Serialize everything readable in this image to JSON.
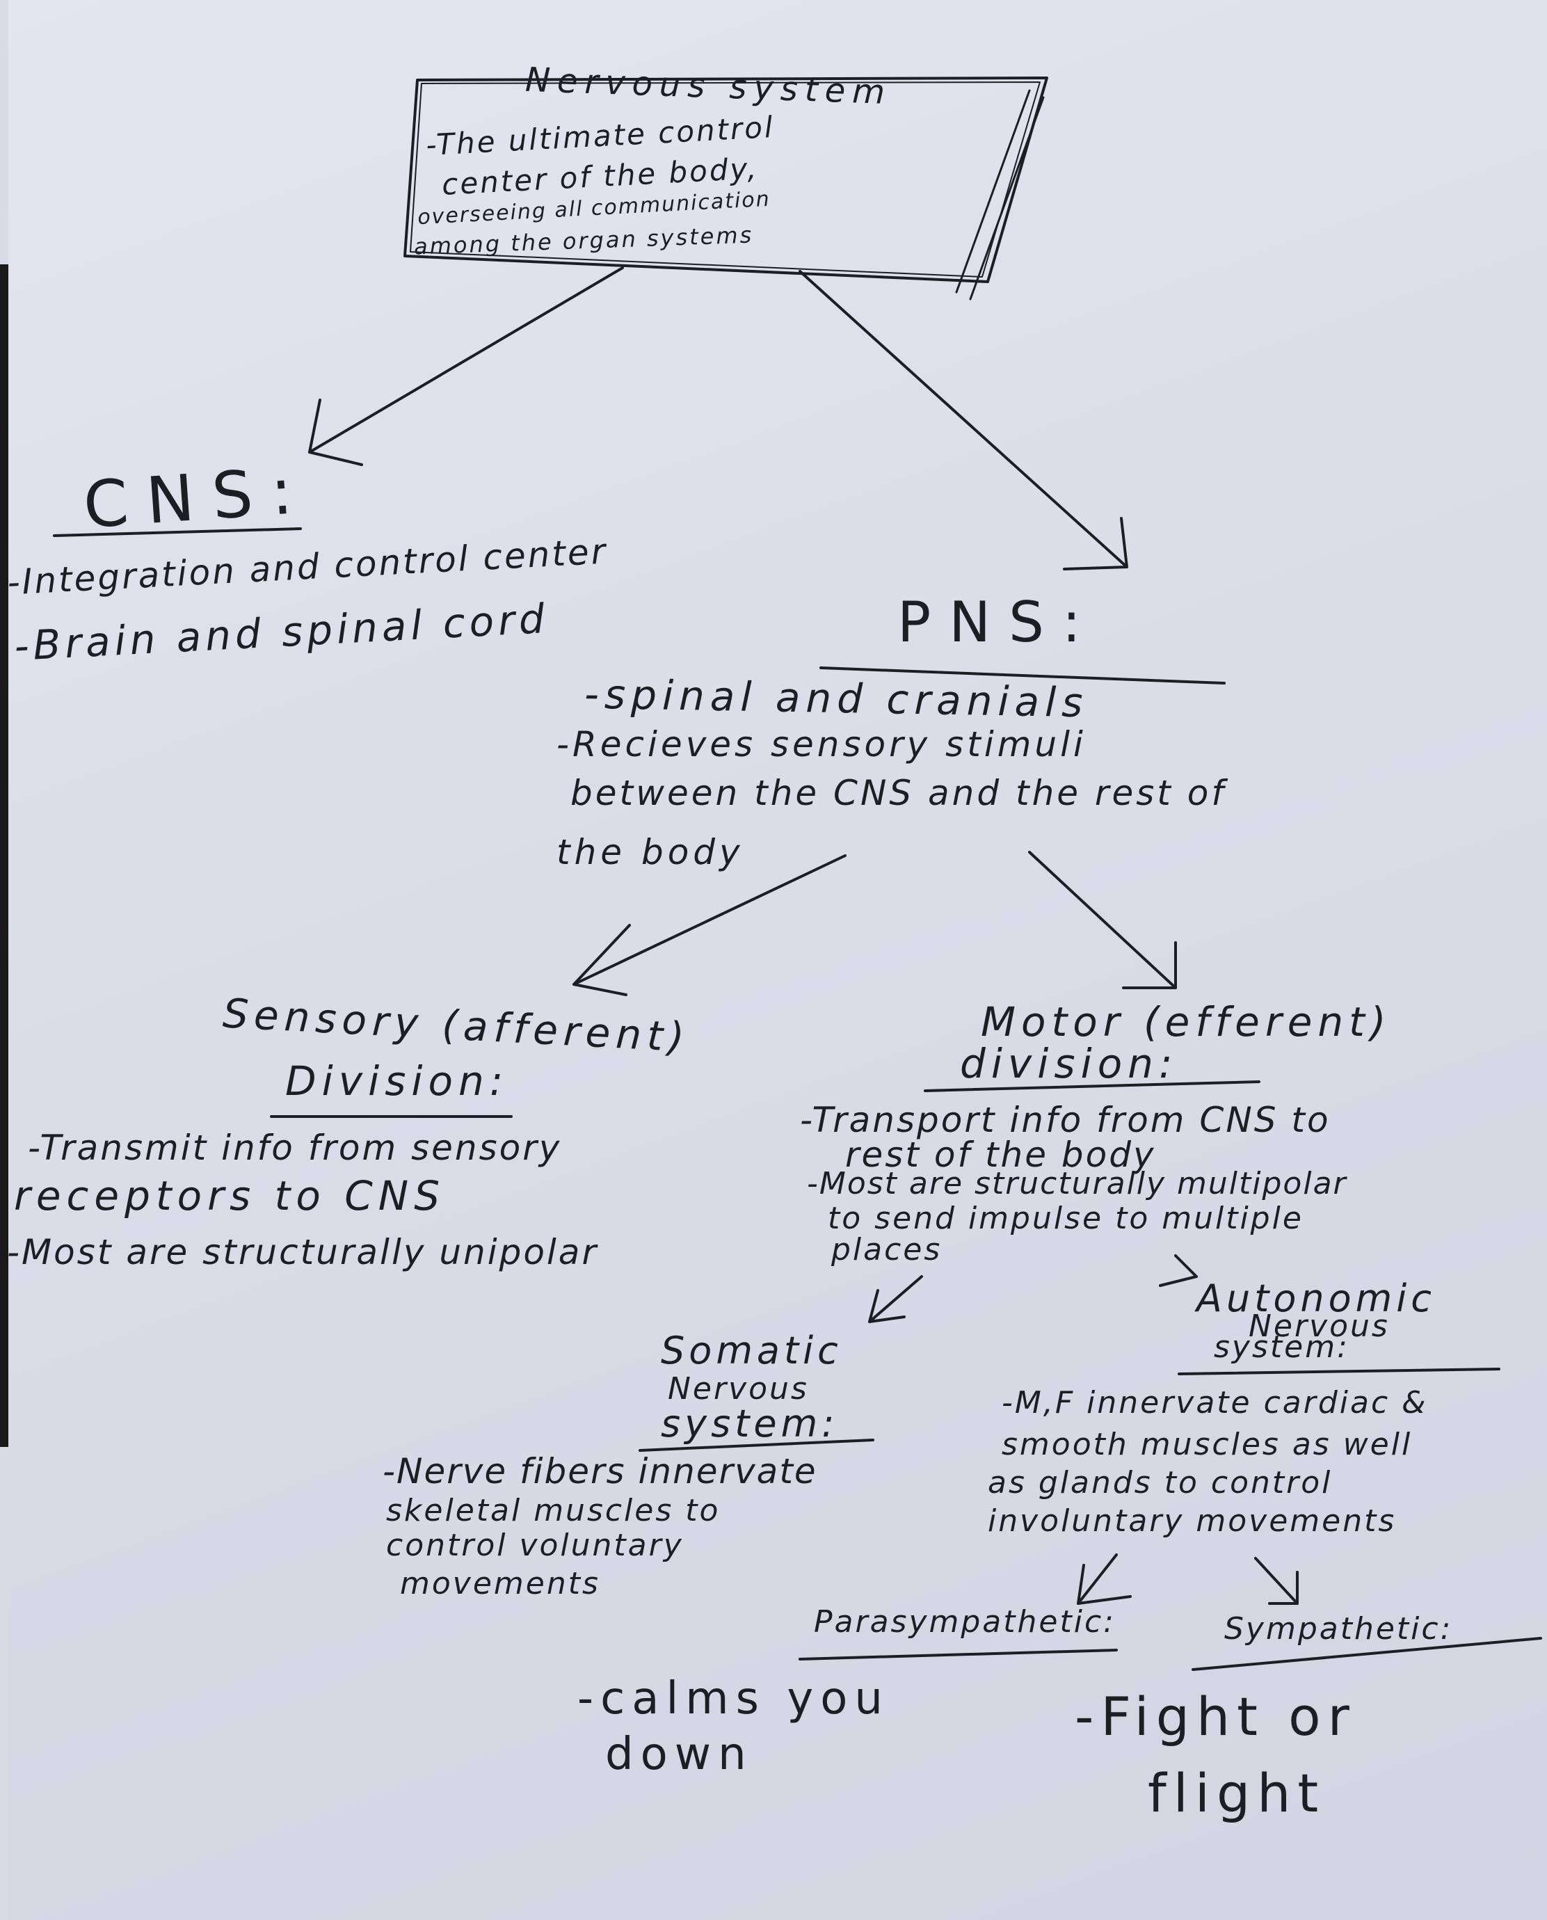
{
  "root": {
    "title": "Nervous system",
    "description": [
      "-The ultimate control",
      "center of the body,",
      "overseeing all communication",
      "among the organ systems"
    ]
  },
  "cns": {
    "heading": "CNS:",
    "items": [
      "-Integration and control center",
      "-Brain and spinal cord"
    ]
  },
  "pns": {
    "heading": "PNS:",
    "items": [
      "-spinal and cranials",
      "-Recieves sensory stimuli",
      "between the CNS and the rest of",
      "the body"
    ]
  },
  "sensory": {
    "heading": "Sensory (afferent)",
    "heading2": "Division:",
    "items": [
      "-Transmit info from sensory",
      "receptors to CNS",
      "-Most are structurally unipolar"
    ]
  },
  "motor": {
    "heading": "Motor (efferent)",
    "heading2": "division:",
    "items": [
      "-Transport info from CNS to",
      "rest of the body",
      "-Most are structurally multipolar",
      "to send impulse to multiple",
      "places"
    ]
  },
  "somatic": {
    "heading": "Somatic",
    "heading2": "Nervous",
    "heading3": "system:",
    "items": [
      "-Nerve fibers innervate",
      "skeletal muscles to",
      "control voluntary",
      "movements"
    ]
  },
  "autonomic": {
    "heading": "Autonomic",
    "heading2": "Nervous",
    "heading3": "system:",
    "items": [
      "-M,F innervate cardiac &",
      "smooth muscles as well",
      "as glands to control",
      "involuntary movements"
    ]
  },
  "parasympathetic": {
    "heading": "Parasympathetic:",
    "items": [
      "-calms you",
      "down"
    ]
  },
  "sympathetic": {
    "heading": "Sympathetic:",
    "items": [
      "-Fight or",
      "flight"
    ]
  }
}
